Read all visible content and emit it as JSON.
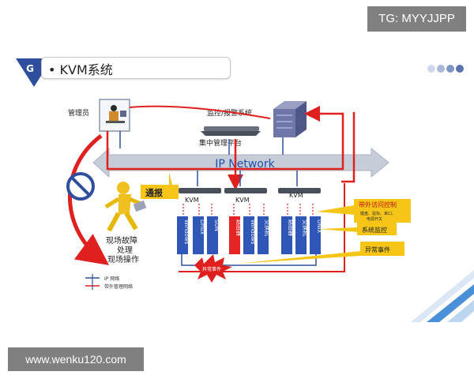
{
  "watermarks": {
    "tg": "TG: MYYJJPP",
    "site": "www.wenku120.com"
  },
  "slide": {
    "section_letter": "G",
    "title": "• KVM系统",
    "dot_colors": [
      "#cfd8ea",
      "#a9b8d8",
      "#7f95c4",
      "#5a74b0"
    ]
  },
  "diagram": {
    "admin_label": "管理员",
    "monitor_label": "监控/报警系统",
    "mgmt_platform_label": "集中管理平台",
    "network_label": "IP Network",
    "report_label": "通报",
    "kvm_labels": [
      "KVM",
      "KVM",
      "KVM"
    ],
    "devices_group1": [
      "Windows",
      "Linux",
      "SUN"
    ],
    "devices_group2": [
      "路由器",
      "Windows",
      "交换机"
    ],
    "devices_group3": [
      "路由器",
      "交换机",
      "UNIX"
    ],
    "fault_badge": "异常事件",
    "field_ops": [
      "现场故障",
      "处理",
      "现场操作"
    ],
    "callouts": {
      "oob_title": "带外访问控制",
      "oob_sub1": "键盘、鼠标、串口、",
      "oob_sub2": "电源开关",
      "monitoring": "系统监控",
      "anomaly": "异常事件"
    },
    "legend": {
      "ip": "IP 网络",
      "oob": "带外管理网络"
    }
  },
  "colors": {
    "accent_blue": "#2f4f9e",
    "red": "#e0201f",
    "device_blue": "#2e57b8",
    "router_red": "#e52424",
    "callout_yellow": "#f5c518",
    "network_gray": "#c6ccd8"
  }
}
